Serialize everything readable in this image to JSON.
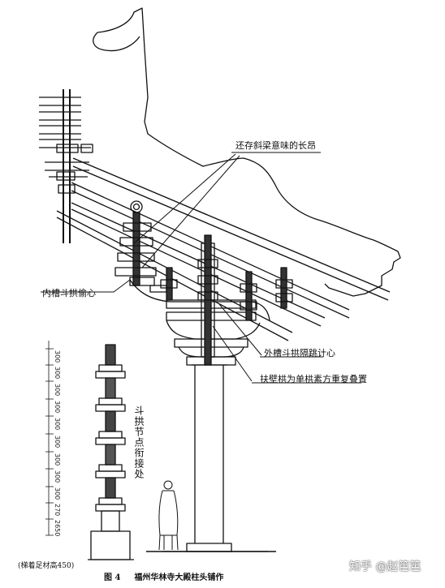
{
  "labels": {
    "ang": "还存斜梁意味的长昂",
    "inner": "内槽斗拱偷心",
    "outer": "外槽斗拱隔跳计心",
    "fuze": "扶壁栱为单栱素方重复叠置",
    "span": "斗拱节点衔接处",
    "height": "(梯着足材高450)"
  },
  "dims": [
    "300",
    "300",
    "300",
    "300",
    "300",
    "300",
    "300",
    "300",
    "300",
    "270",
    "2650"
  ],
  "caption": {
    "figure": "图 4",
    "title": "福州华林寺大殿柱头铺作"
  },
  "watermark": "知乎 @赵笆笆"
}
